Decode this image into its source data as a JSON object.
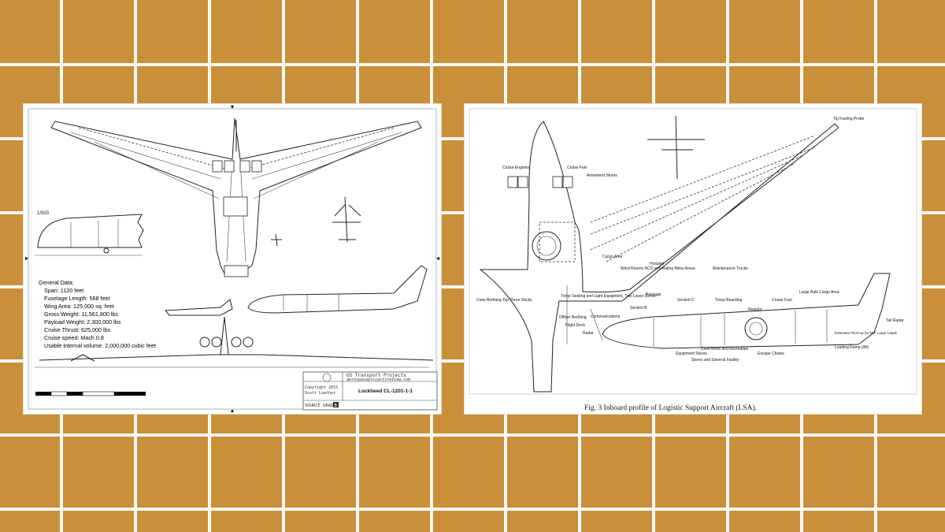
{
  "left_drawing": {
    "scale": "1/500",
    "general_heading": "General Data:",
    "specs": [
      "Span: 1120 feet",
      "Fuselage Length: 568 feet",
      "Wing Area: 125,000 sq. feet",
      "Gross Weight: 11,561,800 lbs",
      "Payload Weight: 2,300,000 lbs",
      "Cruise Thrust: 625,000 lbs",
      "Cruise speed: Mach 0.8",
      "Usable internal volume: 2,000,000 cubic feet"
    ],
    "title_block": {
      "project": "US Transport Projects",
      "website": "aerospaceprojectsreview.com",
      "copyright_1": "Copyright 2015",
      "copyright_2": "Scott Lowther",
      "drawing_title": "Lockheed CL-1201-1-1",
      "source_grade": "SOURCE GRADE",
      "grade": "B"
    }
  },
  "right_drawing": {
    "caption": "Fig. 3  Inboard profile of Logistic Support Aircraft (LSA).",
    "labels": {
      "cruise_engines": "Cruise Engines",
      "cruise_fuel_1": "Cruise Fuel",
      "armament_stores": "Armament Stores",
      "tip_fueling_probe": "Tip Fueling Probe",
      "cargo_area": "Cargo Area",
      "ward_rooms": "Ward Rooms NCO and Rating Mess Areas",
      "hospital": "Hospital",
      "maintenance_trucks": "Maintenance Trucks",
      "passage": "Passage",
      "section_c": "Section C",
      "troop_boarding": "Troop Boarding",
      "troop_seating": "Troop Seating and Light Equipment, Two Lower Decks",
      "section_b": "Section B",
      "crew_berthing": "Crew Berthing Top Three Decks",
      "officer_berthing": "Officer Berthing",
      "flight_deck": "Flight Deck",
      "communications": "Communications",
      "radar": "Radar",
      "reactor": "Reactor",
      "cruise_fuel_2": "Cruise Fuel",
      "large_bulk_cargo": "Large Bulk Cargo Area",
      "tail_radar": "Tail Radar",
      "extensive_pickup": "Extensive Pick-up for MIT Large Loads",
      "loading_ramp": "Loading Ramp (Aft)",
      "equipment_stores": "Equipment Stores",
      "crew_mess": "Crew Mess and Recreation",
      "stores_general": "Stores and General Facility",
      "escape_chutes": "Escape Chutes"
    }
  }
}
